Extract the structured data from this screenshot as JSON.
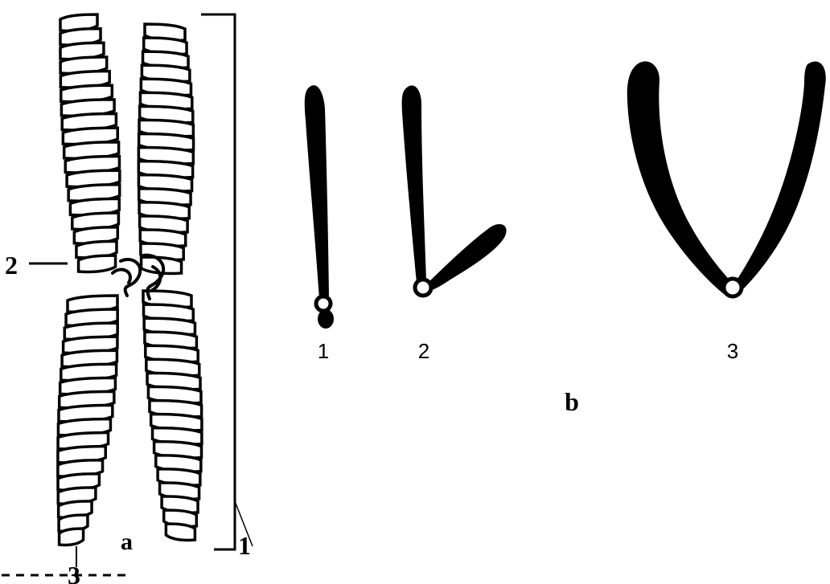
{
  "figure": {
    "panel_a": {
      "panel_label": "a",
      "callouts": {
        "label_1": "1",
        "label_2": "2",
        "label_3": "3"
      }
    },
    "panel_b": {
      "panel_label": "b",
      "chromosome_labels": [
        "1",
        "2",
        "3"
      ]
    }
  }
}
